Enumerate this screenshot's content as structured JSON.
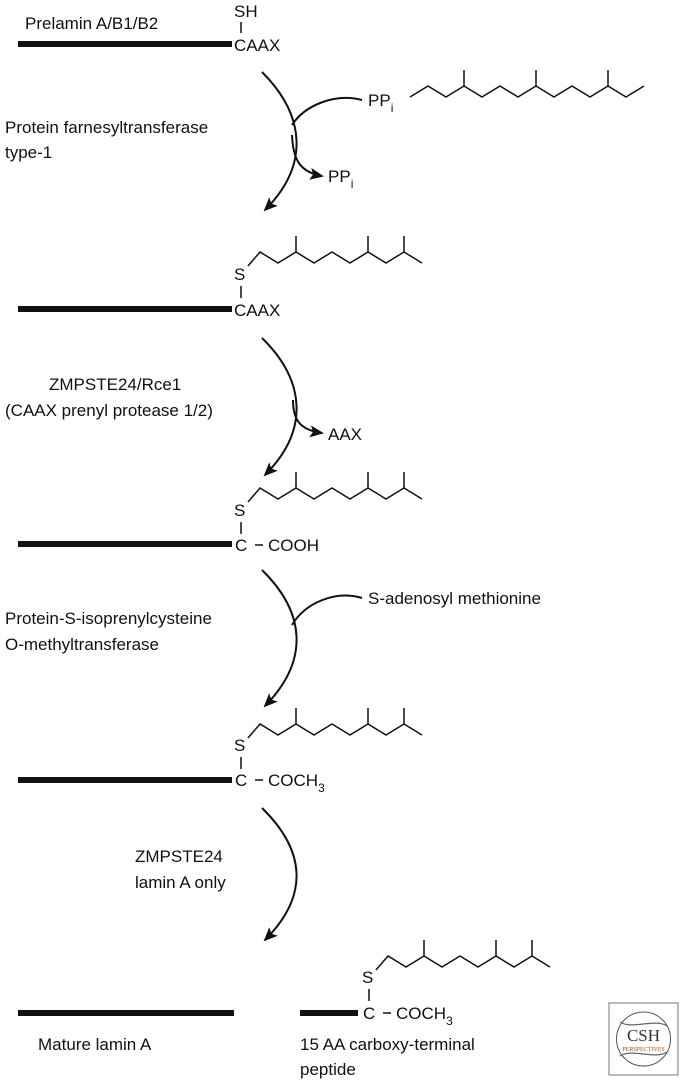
{
  "step0": {
    "label": "Prelamin A/B1/B2",
    "sh": "SH",
    "motif": "CAAX"
  },
  "enzyme1": {
    "line1": "Protein farnesyltransferase",
    "line2": "type-1"
  },
  "ppi_in": {
    "main": "PP",
    "sub": "i"
  },
  "ppi_out": {
    "main": "PP",
    "sub": "i"
  },
  "step1": {
    "s": "S",
    "motif": "CAAX"
  },
  "enzyme2": {
    "line1": "ZMPSTE24/Rce1",
    "line2": "(CAAX prenyl protease 1/2)"
  },
  "product2": {
    "label": "AAX"
  },
  "step2": {
    "s": "S",
    "c": "C",
    "group": "COOH"
  },
  "enzyme3": {
    "line1": "Protein-S-isoprenylcysteine",
    "line2": "O-methyltransferase"
  },
  "cosubstrate3": {
    "label": "S-adenosyl methionine"
  },
  "step3": {
    "s": "S",
    "c": "C",
    "group": "COCH",
    "group_sub": "3"
  },
  "enzyme4": {
    "line1": "ZMPSTE24",
    "line2": "lamin A only"
  },
  "final": {
    "mature_label": "Mature lamin A",
    "peptide_line1": "15 AA carboxy-terminal",
    "peptide_line2": "peptide",
    "s": "S",
    "c": "C",
    "group": "COCH",
    "group_sub": "3"
  },
  "logo": {
    "line1": "CSH",
    "line2": "PERSPECTIVES"
  }
}
